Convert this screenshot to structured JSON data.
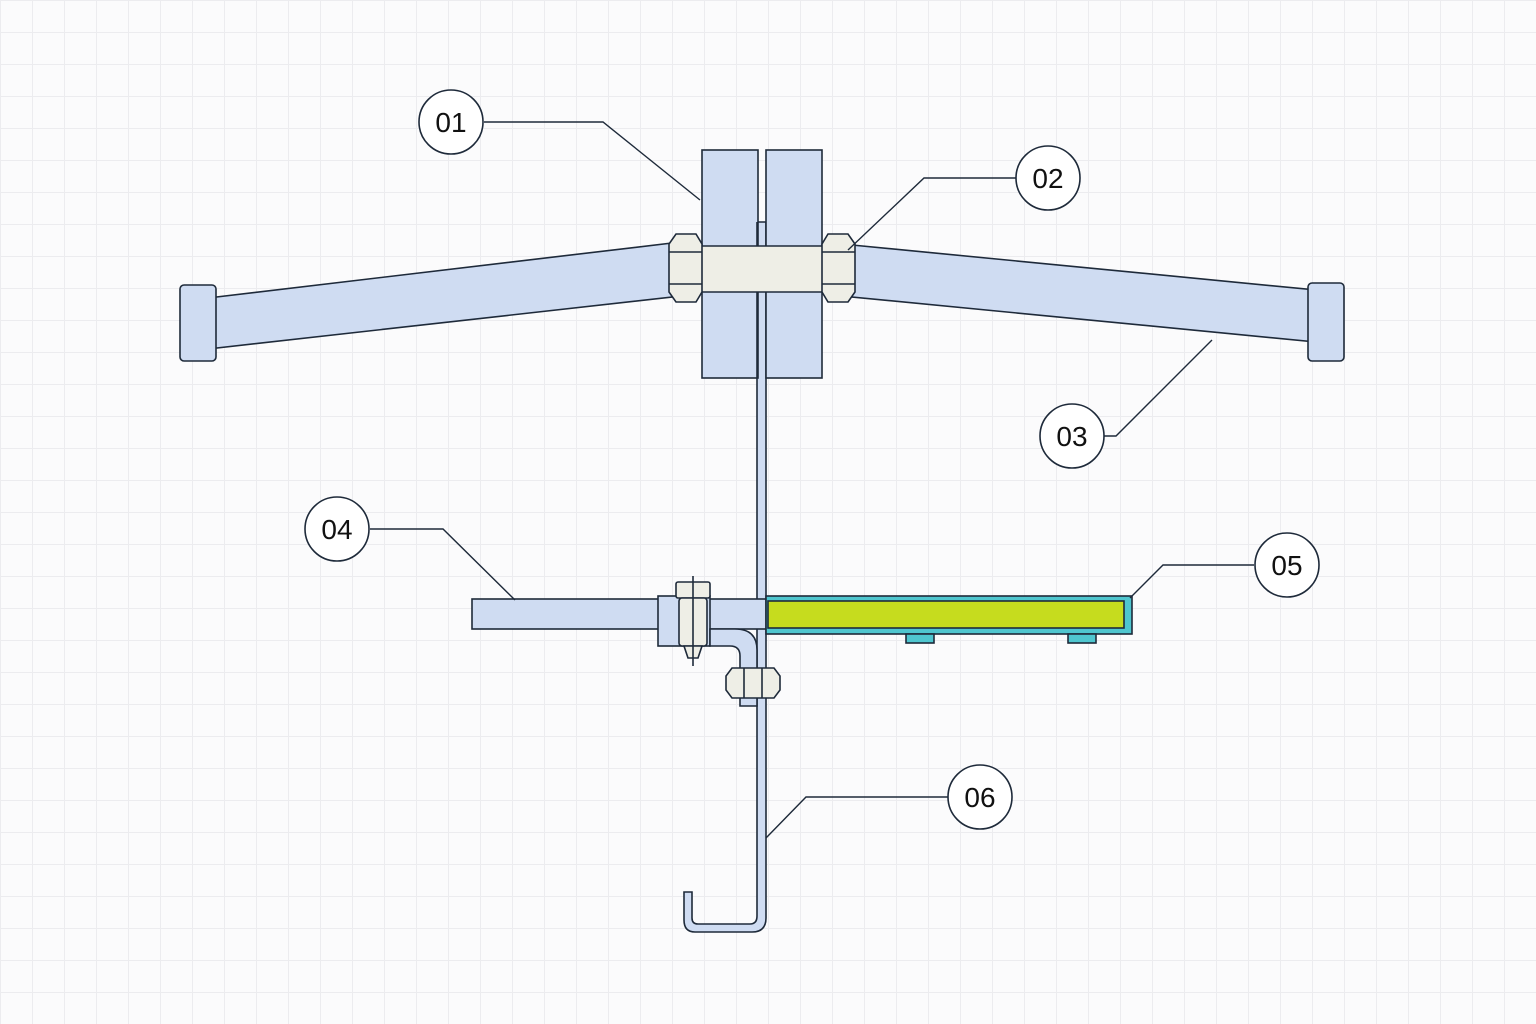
{
  "colors": {
    "part_fill": "#cfdcf2",
    "nut_fill": "#eeeee6",
    "highlight_fill": "#c6dc1e",
    "channel_fill": "#4fc6cf",
    "outline": "#1e2a3a"
  },
  "callouts": {
    "c01": "01",
    "c02": "02",
    "c03": "03",
    "c04": "04",
    "c05": "05",
    "c06": "06"
  }
}
